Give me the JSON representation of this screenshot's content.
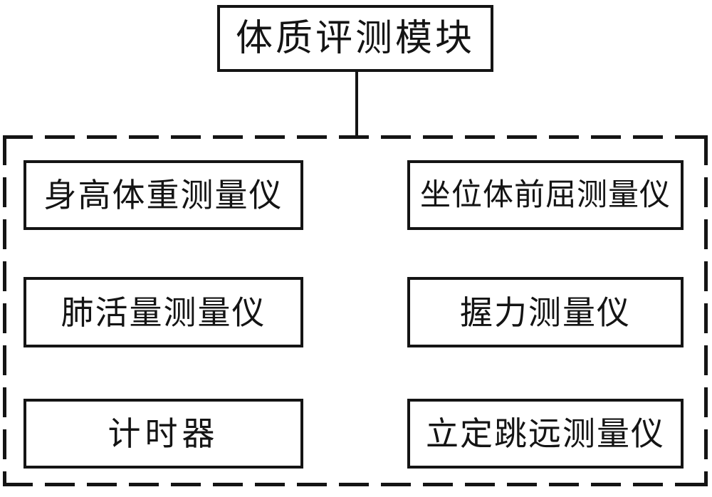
{
  "title_node": {
    "label": "体质评测模块"
  },
  "group": {
    "nodes": [
      {
        "label": "身高体重测量仪",
        "position": "row1-left"
      },
      {
        "label": "坐位体前屈测量仪",
        "position": "row1-right"
      },
      {
        "label": "肺活量测量仪",
        "position": "row2-left"
      },
      {
        "label": "握力测量仪",
        "position": "row2-right"
      },
      {
        "label": "计时器",
        "position": "row3-left"
      },
      {
        "label": "立定跳远测量仪",
        "position": "row3-right"
      }
    ]
  },
  "colors": {
    "line": "#141414",
    "text": "#141414",
    "background": "#ffffff"
  }
}
